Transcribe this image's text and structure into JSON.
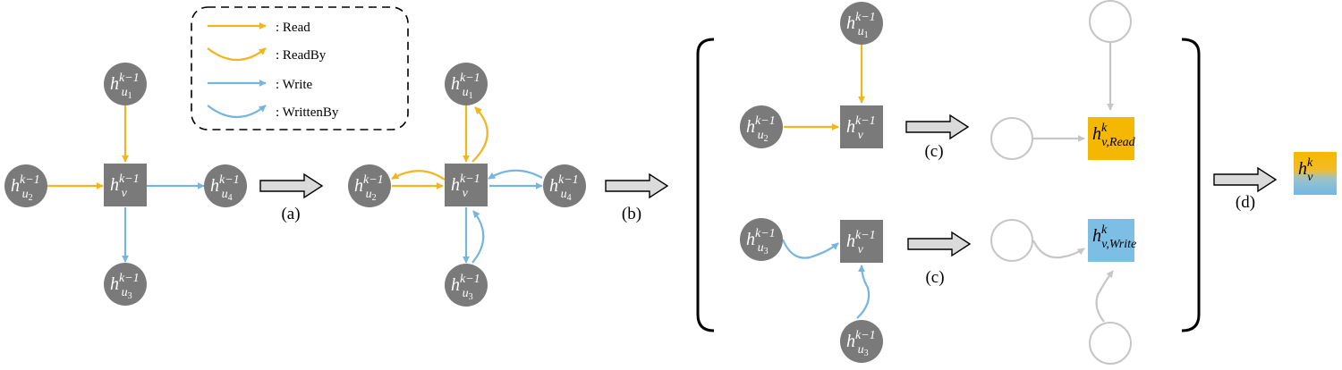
{
  "colors": {
    "read": "#F2B51E",
    "write": "#76B6DE",
    "node": "#7A7A7A",
    "ghost": "#C6C6C6",
    "arrow_fill": "#DADADA",
    "read_box": "#F5B800",
    "write_box": "#7CBEE4"
  },
  "legend": {
    "read": ": Read",
    "readby": ": ReadBy",
    "write": ": Write",
    "writtenby": ": WrittenBy"
  },
  "steps": {
    "a": "(a)",
    "b": "(b)",
    "c1": "(c)",
    "c2": "(c)",
    "d": "(d)"
  },
  "math": {
    "h": "h",
    "sup_km1": "k−1",
    "sup_k": "k",
    "sub_v": "v",
    "sub_u": "u",
    "i1": "1",
    "i2": "2",
    "i3": "3",
    "i4": "4",
    "read": ",Read",
    "write": ",Write"
  }
}
